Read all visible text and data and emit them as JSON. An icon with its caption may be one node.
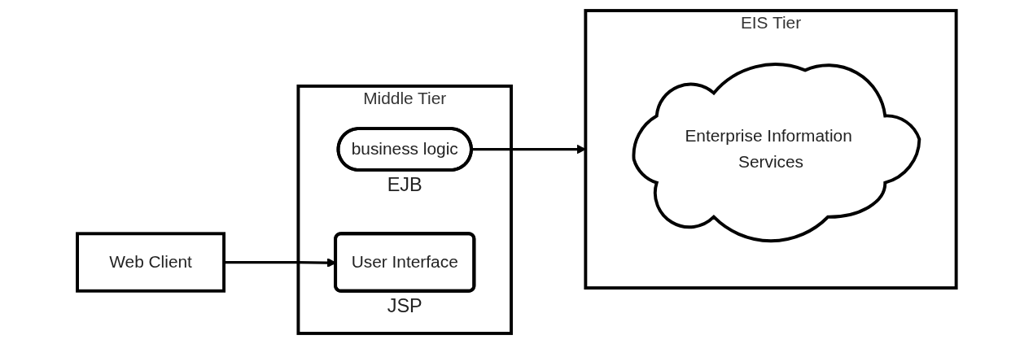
{
  "diagram": {
    "nodes": [
      {
        "text": [
          "Web Client"
        ]
      },
      {
        "text": [
          "Middle Tier"
        ]
      },
      {
        "text": [
          "business logic"
        ],
        "in": 1,
        "beside": [
          "EJB"
        ]
      },
      {
        "text": [
          "User Interface"
        ],
        "in": 1,
        "beside": [
          "JSP"
        ]
      },
      {
        "text": [
          "EIS Tier"
        ]
      },
      {
        "text": [
          "Enterprise Information Services"
        ],
        "in": 4
      }
    ],
    "edges": [
      {
        "from": 0,
        "to": 3,
        "arrow": "to"
      },
      {
        "from": 2,
        "to": 4,
        "arrow": "to"
      }
    ]
  }
}
